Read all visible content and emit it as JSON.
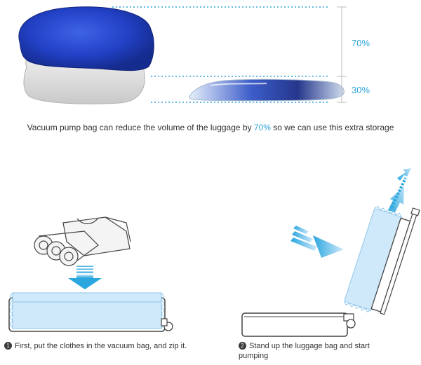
{
  "top": {
    "percent_top": "70%",
    "percent_bottom": "30%",
    "caption_before": "Vacuum pump bag can reduce the volume of the luggage by ",
    "caption_highlight": "70%",
    "caption_after": " so we can use this extra storage"
  },
  "steps": [
    {
      "number": "1",
      "text": "First, put the clothes in the vacuum bag, and zip it."
    },
    {
      "number": "2",
      "text_line1": "Stand up the luggage bag and start",
      "text_line2": "pumping"
    }
  ],
  "colors": {
    "accent": "#2fa3d8",
    "pillow_blue": "#1f3fbf",
    "bag_fill": "#cfe9fb"
  }
}
